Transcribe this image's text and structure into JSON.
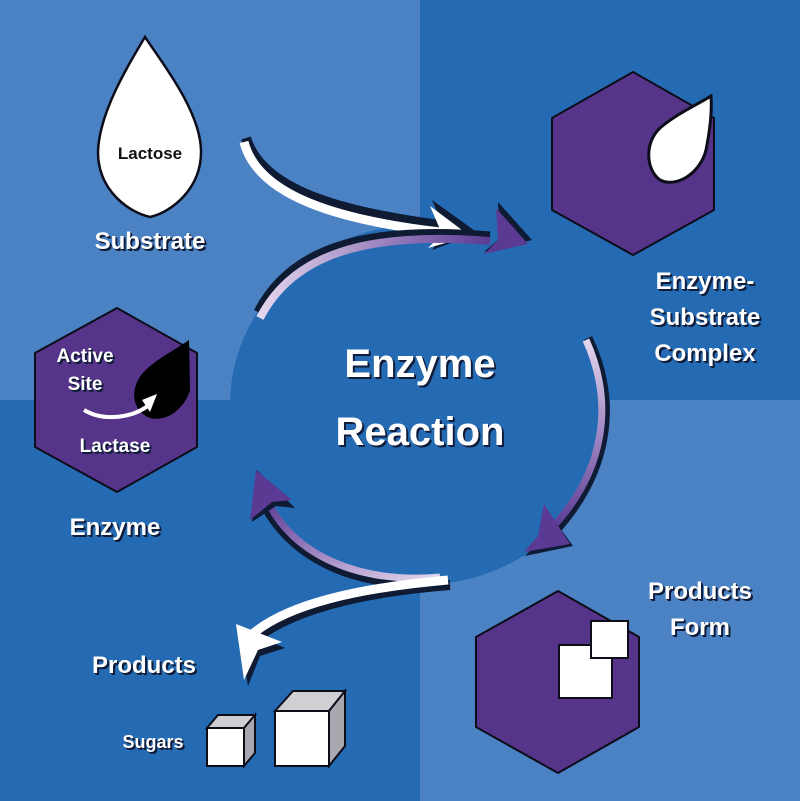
{
  "title": "Enzyme Reaction",
  "colors": {
    "bg_light": "#4a82c4",
    "bg_dark": "#246bb3",
    "enzyme_purple": "#56348a",
    "outline": "#0d0d1a",
    "white": "#ffffff",
    "shadow": "#0f1a33"
  },
  "center": {
    "line1": "Enzyme",
    "line2": "Reaction"
  },
  "substrate": {
    "molecule_label": "Lactose",
    "caption": "Substrate"
  },
  "complex": {
    "caption_line1": "Enzyme-",
    "caption_line2": "Substrate",
    "caption_line3": "Complex"
  },
  "enzyme": {
    "active_site_line1": "Active",
    "active_site_line2": "Site",
    "name": "Lactase",
    "caption": "Enzyme"
  },
  "products_form": {
    "caption_line1": "Products",
    "caption_line2": "Form"
  },
  "products": {
    "caption": "Products",
    "sugars_label": "Sugars"
  }
}
